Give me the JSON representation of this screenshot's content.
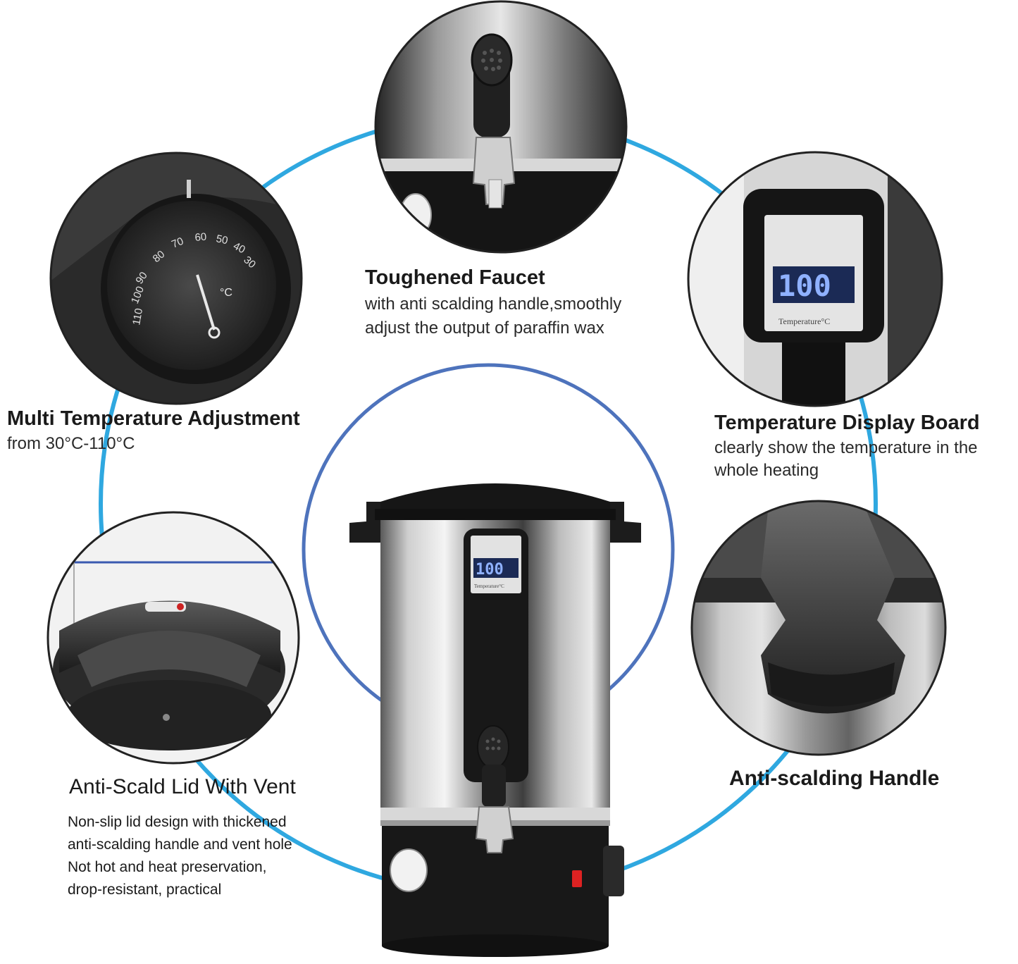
{
  "features": {
    "faucet": {
      "title": "Toughened Faucet",
      "line1": "with anti scalding handle,smoothly",
      "line2": "adjust the output of paraffin wax"
    },
    "multi_temp": {
      "title": "Multi Temperature Adjustment",
      "line1": "from 30°C-110°C"
    },
    "display": {
      "title": "Temperature Display Board",
      "line1": "clearly show the temperature in the",
      "line2": "whole heating"
    },
    "lid": {
      "title": "Anti-Scald Lid With Vent",
      "line1": "Non-slip lid design with thickened",
      "line2": "anti-scalding handle and vent hole",
      "line3": "Not hot and heat preservation,",
      "line4": "drop-resistant, practical"
    },
    "handle": {
      "title": "Anti-scalding Handle"
    }
  },
  "dial": {
    "unit": "°C",
    "ticks": [
      "110",
      "100",
      "90",
      "80",
      "70",
      "60",
      "50",
      "40",
      "30"
    ]
  },
  "readout": {
    "value": "100",
    "label": "Temperature°C"
  },
  "colors": {
    "ring": "#2fa8e0",
    "steel_light": "#e8e8e8",
    "steel_dark": "#4a4a4a",
    "plastic_black": "#1c1c1c",
    "lcd": "#5b7fd6"
  }
}
